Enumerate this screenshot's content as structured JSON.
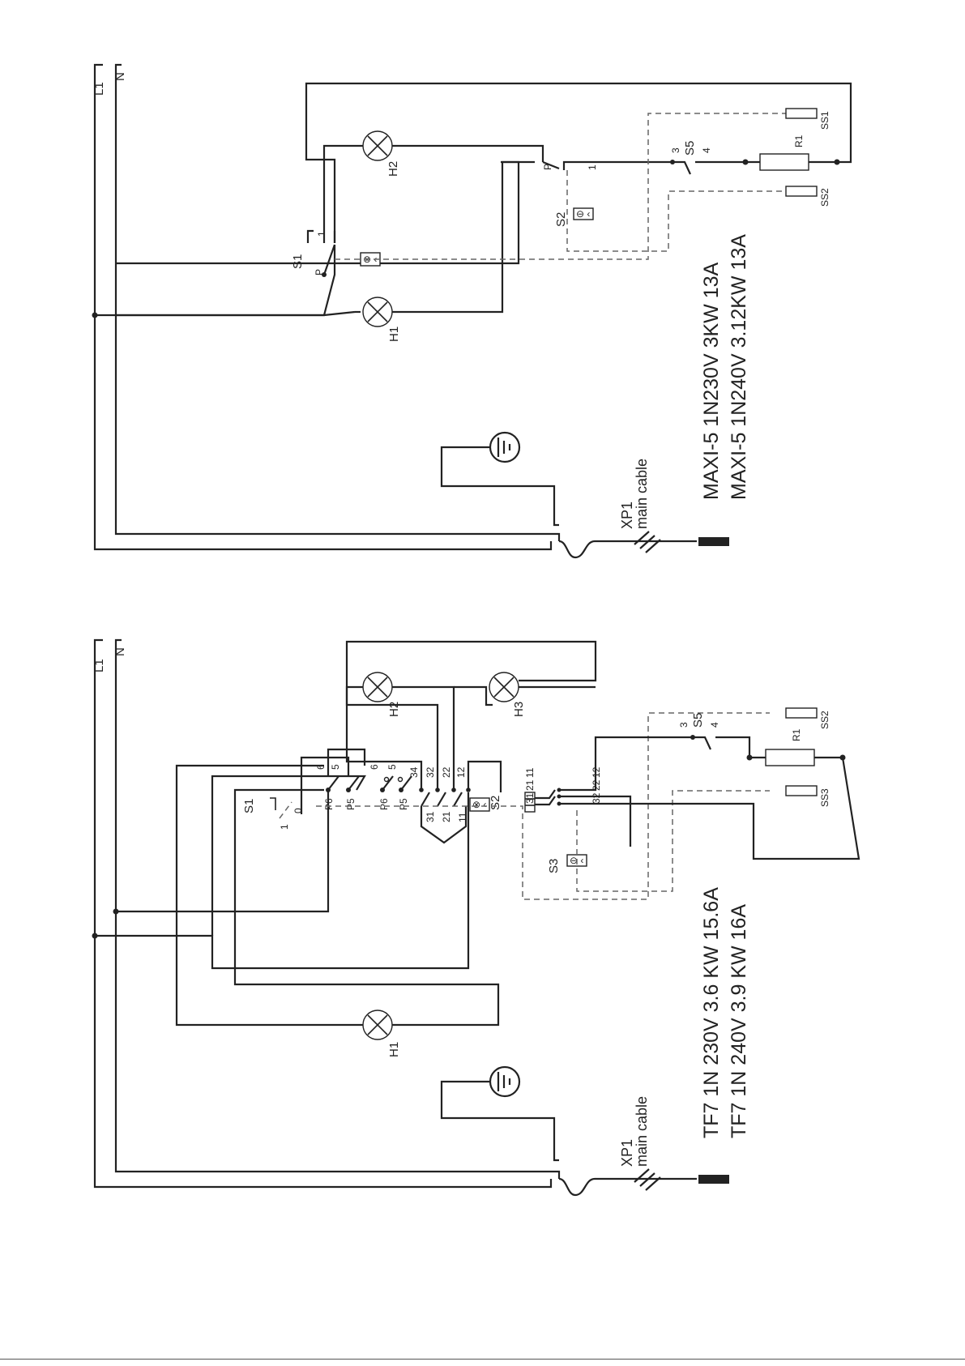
{
  "top": {
    "rails": {
      "l1": "L1",
      "n": "N"
    },
    "switch_s1": {
      "name": "S1",
      "pin_p": "P",
      "pin_1": "1"
    },
    "switch_s2": {
      "name": "S2",
      "pin_p": "P",
      "pin_1": "1"
    },
    "switch_s5": {
      "name": "S5",
      "pin_3": "3",
      "pin_4": "4"
    },
    "lamps": {
      "h1": "H1",
      "h2": "H2"
    },
    "resistor": "R1",
    "sensors": {
      "ss1": "SS1",
      "ss2": "SS2"
    },
    "plug": {
      "name": "XP1",
      "desc": "main cable"
    },
    "models": [
      "MAXI-5 1N230V 3KW 13A",
      "MAXI-5 1N240V 3.12KW 13A"
    ]
  },
  "bottom": {
    "rails": {
      "l1": "L1",
      "n": "N"
    },
    "switch_s1": {
      "name": "S1",
      "pin_1": "1",
      "pin_0": "0",
      "p6a": "P6",
      "p5a": "P5",
      "p6b": "P6",
      "p5b": "P5",
      "c6a": "6",
      "c5a": "5",
      "c6b": "6",
      "c5b": "5"
    },
    "contacts_top": [
      "34",
      "32",
      "22",
      "12"
    ],
    "contacts_left": [
      "31",
      "21",
      "11"
    ],
    "switch_s2": "S2",
    "switch_s3": {
      "name": "S3",
      "left": "11",
      "left2": "21",
      "left3": "31",
      "right": "12",
      "right2": "22",
      "right3": "32"
    },
    "switch_s5": {
      "name": "S5",
      "pin_3": "3",
      "pin_4": "4"
    },
    "lamps": {
      "h1": "H1",
      "h2": "H2",
      "h3": "H3"
    },
    "resistor": "R1",
    "sensors": {
      "ss2": "SS2",
      "ss3": "SS3"
    },
    "plug": {
      "name": "XP1",
      "desc": "main cable"
    },
    "models": [
      "TF7 1N 230V 3.6 KW 15.6A",
      "TF7 1N 240V 3.9 KW 16A"
    ]
  }
}
